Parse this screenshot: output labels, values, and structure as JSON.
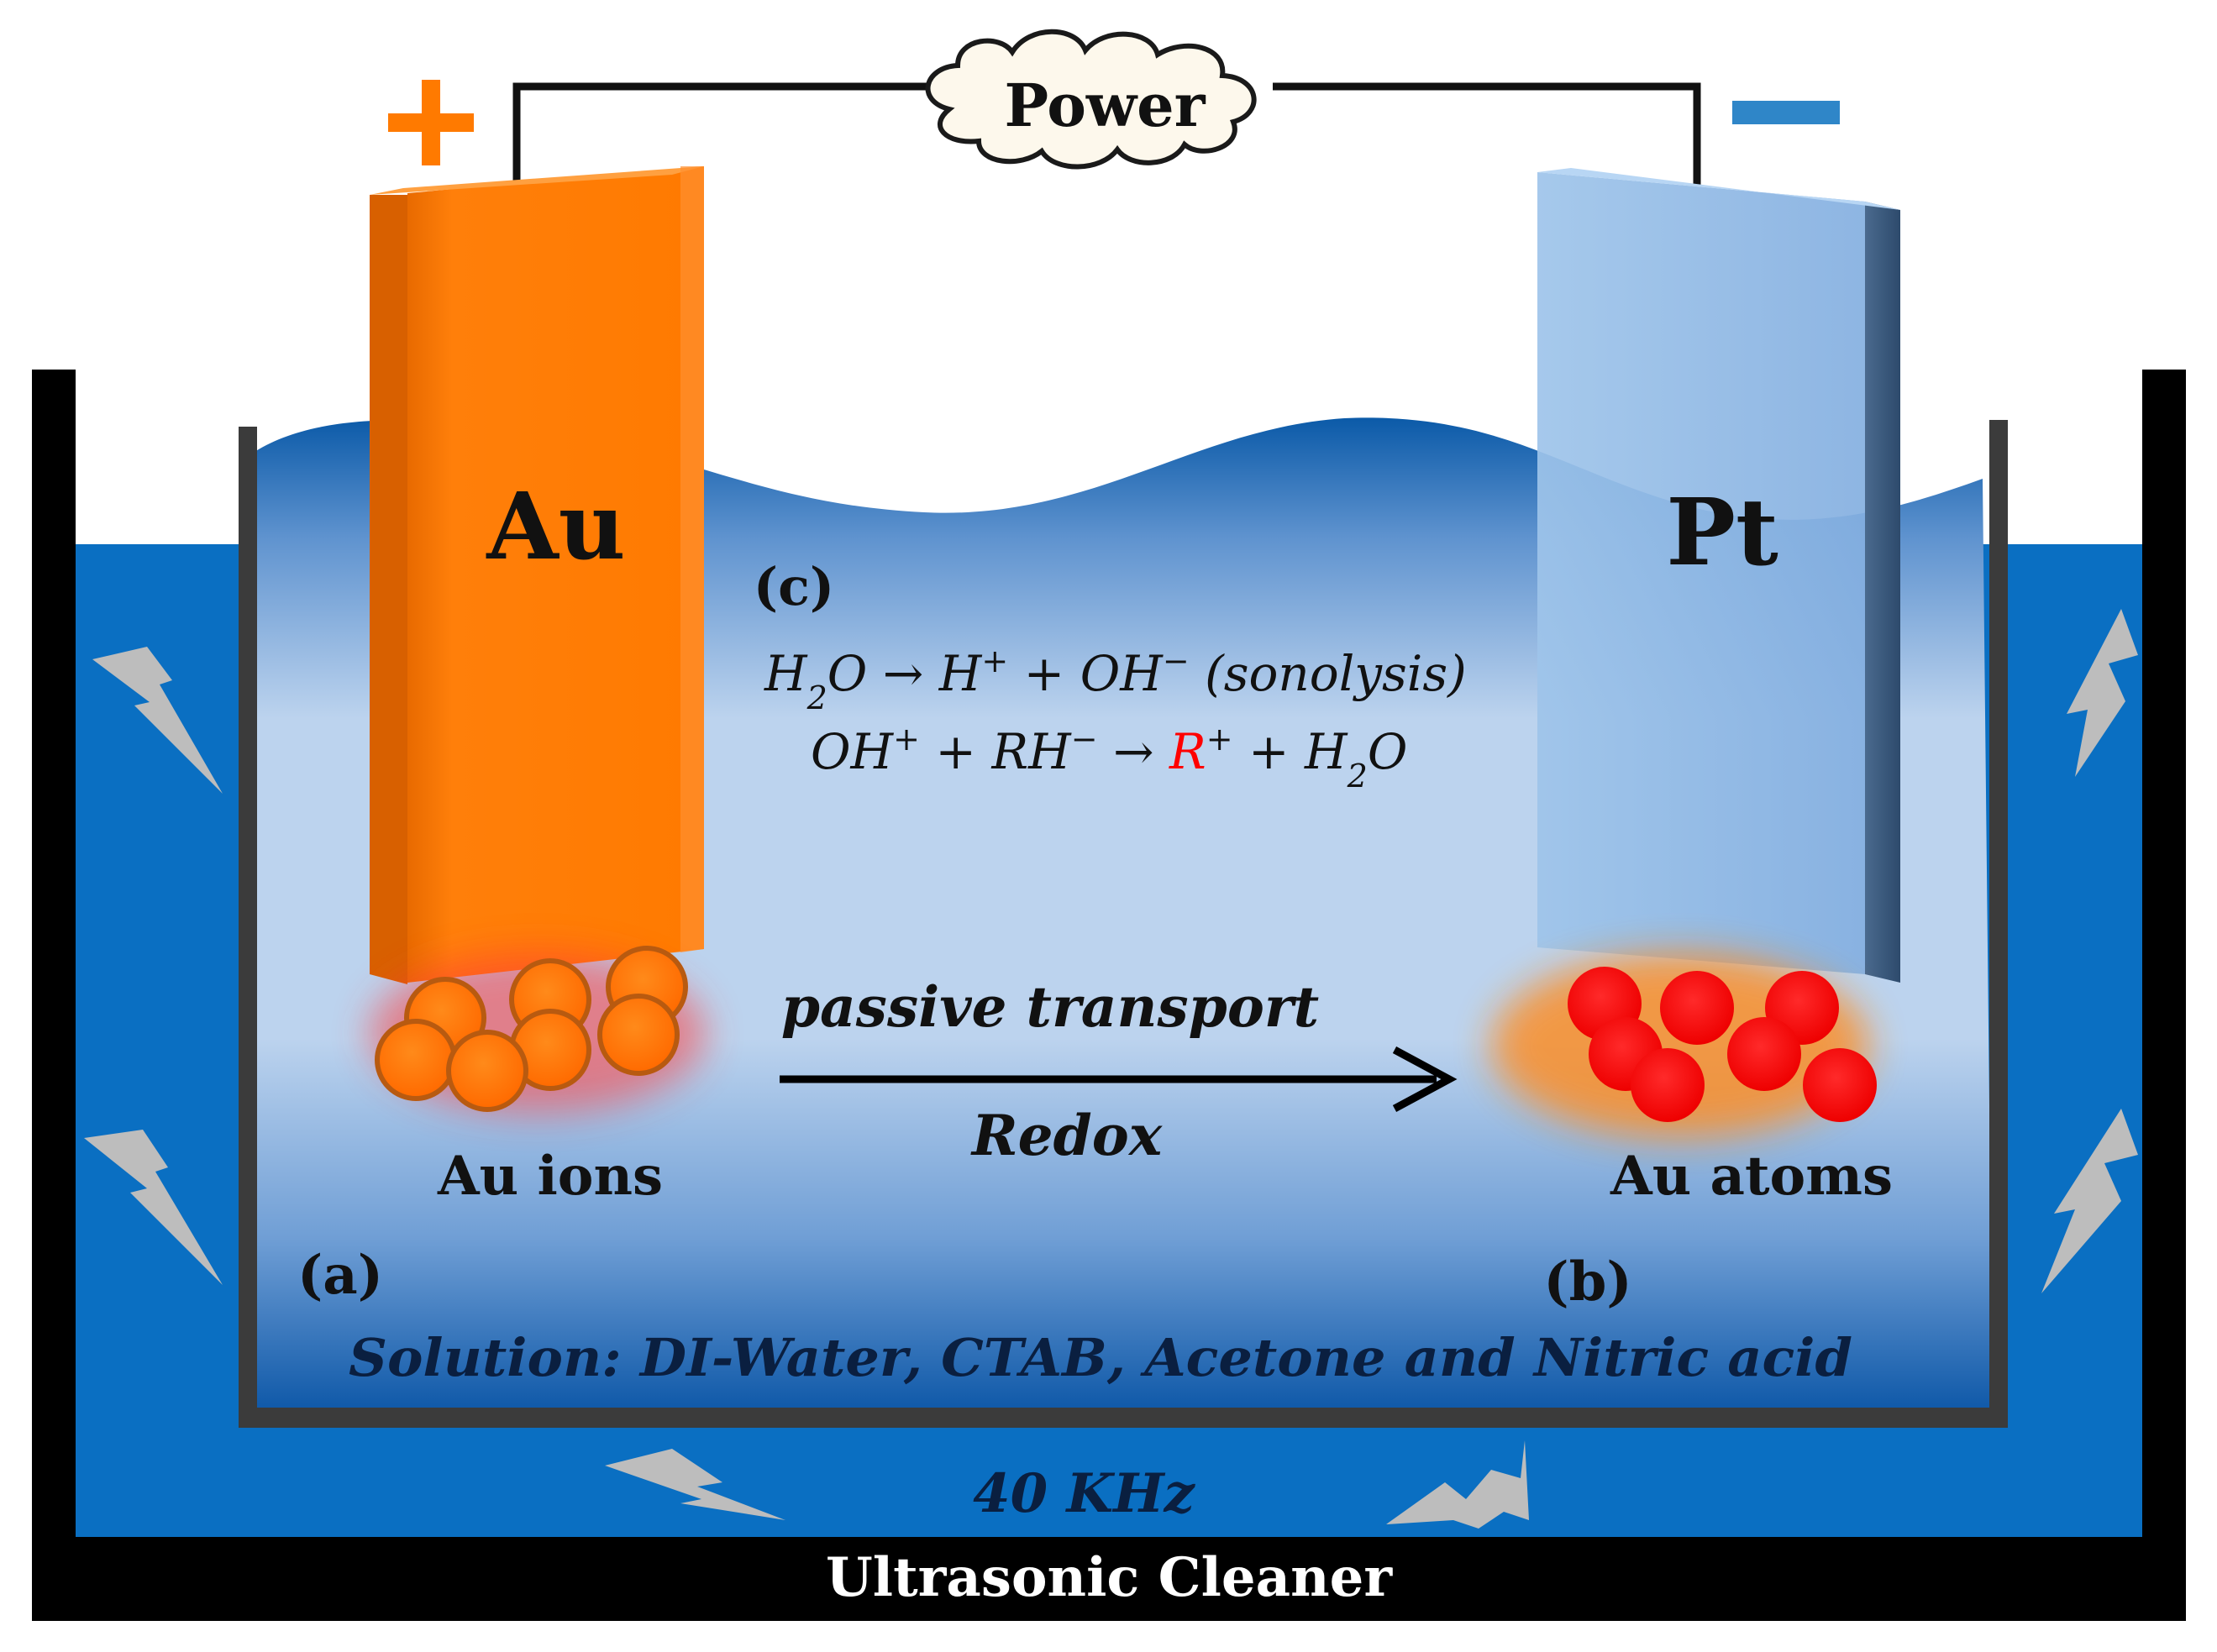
{
  "labels": {
    "power": "Power",
    "plus_sign": "+",
    "anode_label": "Au",
    "cathode_label": "Pt",
    "label_c": "(c)",
    "label_a": "(a)",
    "label_b": "(b)",
    "au_ions": "Au ions",
    "au_atoms": "Au atoms",
    "passive_transport": "passive transport",
    "redox": "Redox",
    "solution": "Solution: DI-Water, CTAB, Acetone and Nitric acid",
    "frequency": "40 KHz",
    "device": "Ultrasonic Cleaner"
  },
  "equations": {
    "eq1": {
      "h": "H",
      "sub2": "2",
      "o_arrow_h": "O → H",
      "sup_plus": "+",
      "plus_oh": " + OH",
      "sup_minus": "−",
      "tail": " (sonolysis)"
    },
    "eq2": {
      "oh": "OH",
      "sup_plus": "+",
      "plus_rh": " + RH",
      "sup_minus": "−",
      "arrow": " → ",
      "r": "R",
      "sup_plus2": "+",
      "plus_h": " + H",
      "sub2": "2",
      "o": "O"
    }
  },
  "colors": {
    "anode_orange": "#ff7a00",
    "cathode_blue": "#8fb8e2",
    "bath_blue": "#0a6fc2",
    "minus_blue": "#2f86c8",
    "atom_red": "#ff1a1a",
    "highlight_red": "#ff0000"
  },
  "icons": {
    "ultrasound": "lightning-bolt-icon",
    "power": "cloud-icon"
  }
}
